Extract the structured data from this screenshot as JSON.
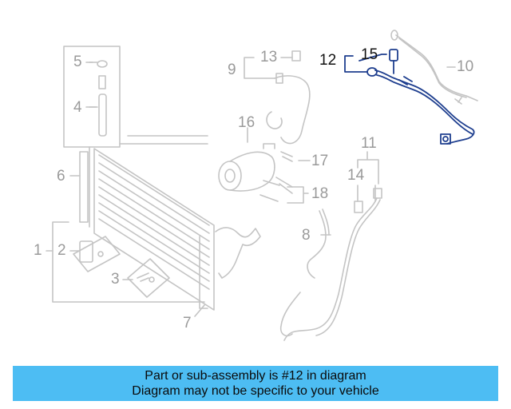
{
  "callouts": {
    "c1": "1",
    "c2": "2",
    "c3": "3",
    "c4": "4",
    "c5": "5",
    "c6": "6",
    "c7": "7",
    "c8": "8",
    "c9": "9",
    "c10": "10",
    "c11": "11",
    "c12": "12",
    "c13": "13",
    "c14": "14",
    "c15": "15",
    "c16": "16",
    "c17": "17",
    "c18": "18"
  },
  "highlight": {
    "part": "12",
    "color": "#1f3f8f",
    "grey": "#9a9a9a"
  },
  "banner": {
    "line1": "Part or sub-assembly is #12 in diagram",
    "line2": "Diagram may not be specific to your vehicle",
    "background": "#4dbdf3"
  }
}
